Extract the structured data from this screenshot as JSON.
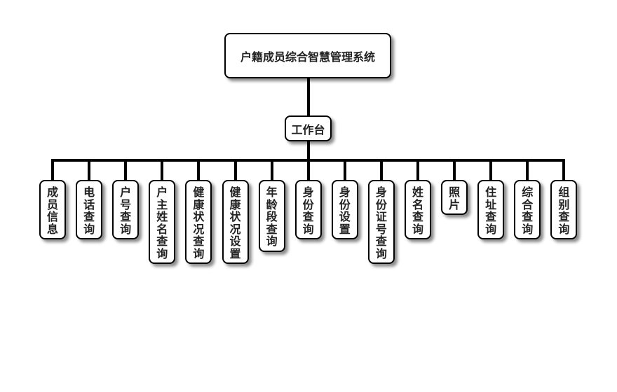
{
  "diagram": {
    "root": "户籍成员综合智慧管理系统",
    "hub": "工作台",
    "leaves": [
      "成员信息",
      "电话查询",
      "户号查询",
      "户主姓名查询",
      "健康状况查询",
      "健康状况设置",
      "年龄段查询",
      "身份查询",
      "身份设置",
      "身份证号查询",
      "姓名查询",
      "照片",
      "住址查询",
      "综合查询",
      "组别查询"
    ]
  }
}
